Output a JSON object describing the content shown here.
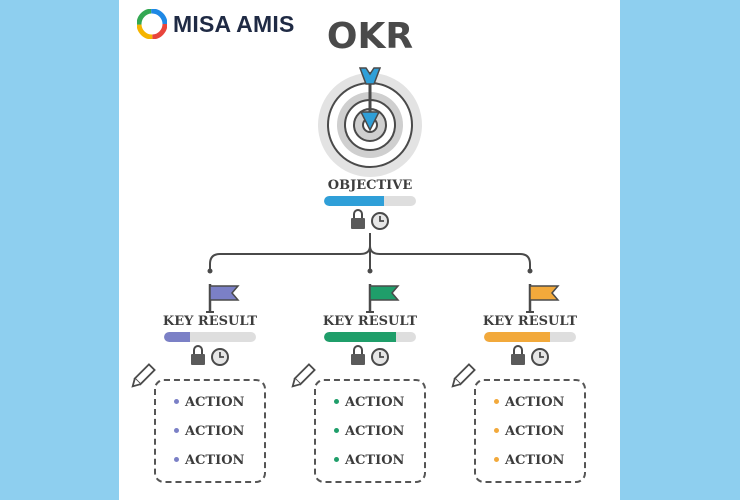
{
  "brand": {
    "logo_text": "MISA AMIS"
  },
  "title": "OKR",
  "objective": {
    "label": "OBJECTIVE",
    "progress": 0.65,
    "color": "#2f9fd8"
  },
  "key_results": [
    {
      "label": "KEY RESULT",
      "progress": 0.28,
      "color": "#7b80c6",
      "flag_color": "#7b80c6",
      "actions": [
        "ACTION",
        "ACTION",
        "ACTION"
      ]
    },
    {
      "label": "KEY RESULT",
      "progress": 0.78,
      "color": "#1f9e6a",
      "flag_color": "#1f9e6a",
      "actions": [
        "ACTION",
        "ACTION",
        "ACTION"
      ]
    },
    {
      "label": "KEY RESULT",
      "progress": 0.72,
      "color": "#f2a93b",
      "flag_color": "#f2a93b",
      "actions": [
        "ACTION",
        "ACTION",
        "ACTION"
      ]
    }
  ],
  "icons": [
    "target-icon",
    "arrow-icon",
    "lock-icon",
    "clock-icon",
    "flag-icon",
    "pencil-icon"
  ]
}
